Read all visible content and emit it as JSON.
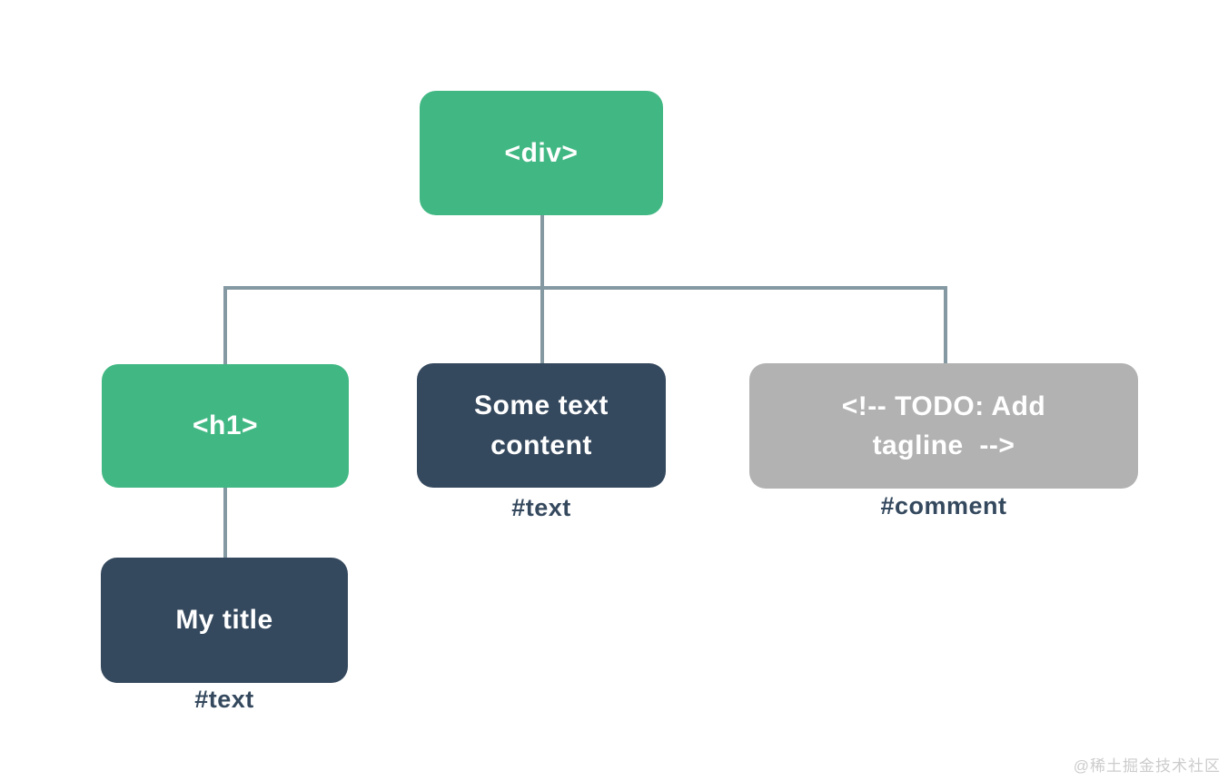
{
  "diagram": {
    "kind": "dom-tree",
    "colors": {
      "element_node": "#41b883",
      "text_node": "#35495e",
      "comment_node": "#b2b2b2",
      "connector": "#8599a3",
      "type_label": "#35495e",
      "node_text": "#ffffff",
      "background": "#ffffff"
    },
    "nodes": {
      "root": {
        "label": "<div>",
        "kind": "element"
      },
      "h1": {
        "label": "<h1>",
        "kind": "element"
      },
      "text_child": {
        "label": "Some text\ncontent",
        "type_label": "#text",
        "kind": "text"
      },
      "comment_child": {
        "label": "<!-- TODO: Add\ntagline  -->",
        "type_label": "#comment",
        "kind": "comment"
      },
      "h1_text": {
        "label": "My title",
        "type_label": "#text",
        "kind": "text"
      }
    },
    "edges": [
      {
        "from": "root",
        "to": "h1"
      },
      {
        "from": "root",
        "to": "text_child"
      },
      {
        "from": "root",
        "to": "comment_child"
      },
      {
        "from": "h1",
        "to": "h1_text"
      }
    ]
  },
  "page": {
    "watermark": "@稀土掘金技术社区"
  }
}
